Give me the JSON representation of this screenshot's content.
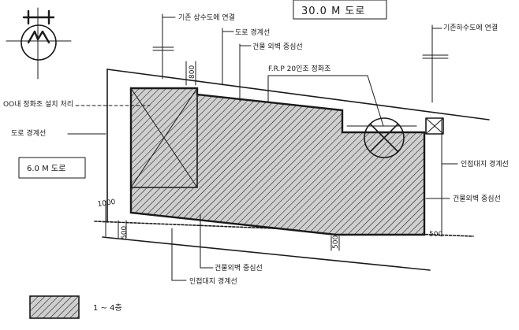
{
  "labels": {
    "water_main": "기존 상수도에 연결",
    "road_boundary": "도로 경계선",
    "building_wall_center_top": "건물 외벽 중심선",
    "frp_tank": "F.R.P 20인조 정화조",
    "sewer_connect": "기존하수도에 연결",
    "road_width_top": "30.0 M 도로",
    "septic_removal": "OO내 정화조 설치 처리",
    "road_boundary_left": "도로 경계선",
    "road_width_left": "6.0 M 도로",
    "adjacent_boundary_right": "인접대지 경계선",
    "building_wall_center_right": "건물외벽 중심선",
    "building_wall_center_bottom": "건물외벽 중심선",
    "adjacent_boundary_bottom": "인접대지 경계선",
    "legend_floors": "1 ~ 4층"
  },
  "dimensions": {
    "d1000": "1000",
    "d500_left": "500",
    "d500_bottom": "500",
    "d500_right": "500",
    "d800": "800"
  },
  "colors": {
    "ink": "#1a1a1a",
    "hatch_bg": "#cfcfcf",
    "paper": "#ffffff"
  }
}
